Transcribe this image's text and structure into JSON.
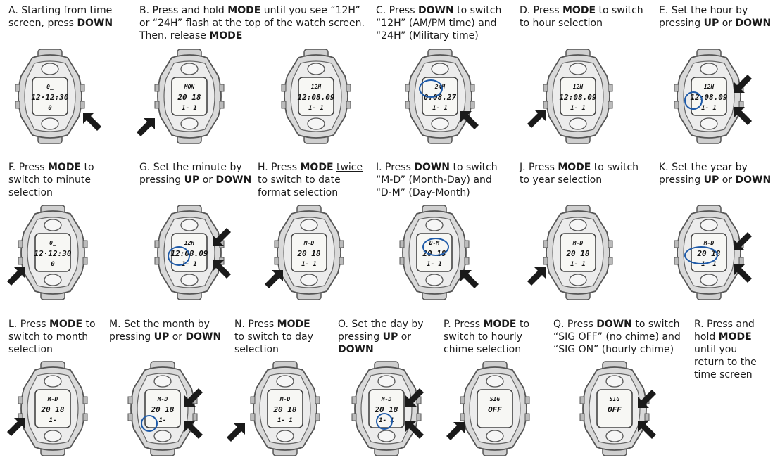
{
  "steps": [
    {
      "id": "A",
      "caption": [
        {
          "t": "A. Starting from time\nscreen, press "
        },
        {
          "t": "DOWN",
          "b": true
        }
      ],
      "lcd": [
        "0_",
        "12·12:30",
        "0"
      ]
    },
    {
      "id": "B",
      "caption": [
        {
          "t": "B. Press and hold "
        },
        {
          "t": "MODE",
          "b": true
        },
        {
          "t": " until you see “12H”\nor “24H” flash at the top of the watch screen.\nThen, release "
        },
        {
          "t": "MODE",
          "b": true
        }
      ],
      "lcd": [
        "MON",
        "20 18",
        "1-  1"
      ]
    },
    {
      "id": "B2",
      "caption": [],
      "lcd": [
        "12H",
        "12:08.09",
        "1-  1"
      ]
    },
    {
      "id": "C",
      "caption": [
        {
          "t": "C. Press "
        },
        {
          "t": "DOWN",
          "b": true
        },
        {
          "t": " to switch\n“12H” (AM/PM time) and\n“24H” (Military time)"
        }
      ],
      "lcd": [
        "24H",
        "0:08.27",
        "1-  1"
      ]
    },
    {
      "id": "D",
      "caption": [
        {
          "t": "D. Press "
        },
        {
          "t": "MODE",
          "b": true
        },
        {
          "t": " to switch\nto hour selection"
        }
      ],
      "lcd": [
        "12H",
        "12:08.09",
        "1-  1"
      ]
    },
    {
      "id": "E",
      "caption": [
        {
          "t": "E. Set the hour by\npressing "
        },
        {
          "t": "UP",
          "b": true
        },
        {
          "t": " or "
        },
        {
          "t": "DOWN",
          "b": true
        }
      ],
      "lcd": [
        "12H",
        "12:08.09",
        "1-  1"
      ]
    },
    {
      "id": "F",
      "caption": [
        {
          "t": "F. Press "
        },
        {
          "t": "MODE",
          "b": true
        },
        {
          "t": " to\nswitch to minute\nselection"
        }
      ],
      "lcd": [
        "0_",
        "12·12:30",
        "0"
      ]
    },
    {
      "id": "G",
      "caption": [
        {
          "t": "G. Set the minute by\npressing "
        },
        {
          "t": "UP",
          "b": true
        },
        {
          "t": " or "
        },
        {
          "t": "DOWN",
          "b": true
        }
      ],
      "lcd": [
        "12H",
        "12:08.09",
        "1-  1"
      ]
    },
    {
      "id": "H",
      "caption": [
        {
          "t": "H. Press "
        },
        {
          "t": "MODE",
          "b": true
        },
        {
          "t": " "
        },
        {
          "t": "twice",
          "u": true
        },
        {
          "t": "\nto switch to date\nformat selection"
        }
      ],
      "lcd": [
        "M-D",
        "20 18",
        "1-  1"
      ]
    },
    {
      "id": "I",
      "caption": [
        {
          "t": "I.  Press "
        },
        {
          "t": "DOWN",
          "b": true
        },
        {
          "t": " to switch\n“M-D” (Month-Day) and\n“D-M” (Day-Month)"
        }
      ],
      "lcd": [
        "D-M",
        "20 18",
        "1-  1"
      ]
    },
    {
      "id": "J",
      "caption": [
        {
          "t": "J. Press "
        },
        {
          "t": "MODE",
          "b": true
        },
        {
          "t": " to switch\nto year selection"
        }
      ],
      "lcd": [
        "M-D",
        "20 18",
        "1-  1"
      ]
    },
    {
      "id": "K",
      "caption": [
        {
          "t": "K. Set the year by\npressing "
        },
        {
          "t": "UP",
          "b": true
        },
        {
          "t": " or "
        },
        {
          "t": "DOWN",
          "b": true
        }
      ],
      "lcd": [
        "M-D",
        "20 18",
        "1-  1"
      ]
    },
    {
      "id": "L",
      "caption": [
        {
          "t": "L. Press "
        },
        {
          "t": "MODE",
          "b": true
        },
        {
          "t": " to\nswitch to month\nselection"
        }
      ],
      "lcd": [
        "M-D",
        "20 18",
        "1-"
      ]
    },
    {
      "id": "M",
      "caption": [
        {
          "t": "M. Set the month by\npressing "
        },
        {
          "t": "UP",
          "b": true
        },
        {
          "t": " or "
        },
        {
          "t": "DOWN",
          "b": true
        }
      ],
      "lcd": [
        "M-D",
        "20 18",
        "1-"
      ]
    },
    {
      "id": "N",
      "caption": [
        {
          "t": "N. Press "
        },
        {
          "t": "MODE",
          "b": true
        },
        {
          "t": "\nto switch to day\nselection"
        }
      ],
      "lcd": [
        "M-D",
        "20 18",
        "1-  1"
      ]
    },
    {
      "id": "O",
      "caption": [
        {
          "t": "O. Set the day by\npressing "
        },
        {
          "t": "UP",
          "b": true
        },
        {
          "t": " or\n"
        },
        {
          "t": "DOWN",
          "b": true
        }
      ],
      "lcd": [
        "M-D",
        "20 18",
        "1-  1"
      ]
    },
    {
      "id": "P",
      "caption": [
        {
          "t": "P. Press "
        },
        {
          "t": "MODE",
          "b": true
        },
        {
          "t": " to\nswitch to hourly\nchime selection"
        }
      ],
      "lcd": [
        "SIG",
        "OFF",
        ""
      ]
    },
    {
      "id": "Q",
      "caption": [
        {
          "t": "Q. Press "
        },
        {
          "t": "DOWN",
          "b": true
        },
        {
          "t": " to switch\n“SIG OFF” (no chime) and\n“SIG ON” (hourly chime)"
        }
      ],
      "lcd": [
        "SIG",
        "OFF",
        ""
      ]
    },
    {
      "id": "R",
      "caption": [
        {
          "t": "R. Press and\nhold "
        },
        {
          "t": "MODE",
          "b": true
        },
        {
          "t": "\nuntil you\nreturn to the\ntime screen"
        }
      ],
      "lcd": null
    }
  ],
  "colors": {
    "highlight": "#1e5aa8",
    "arrow": "#1a1a1a",
    "watch_outline": "#555555",
    "watch_fill": "#d9d9d9"
  }
}
